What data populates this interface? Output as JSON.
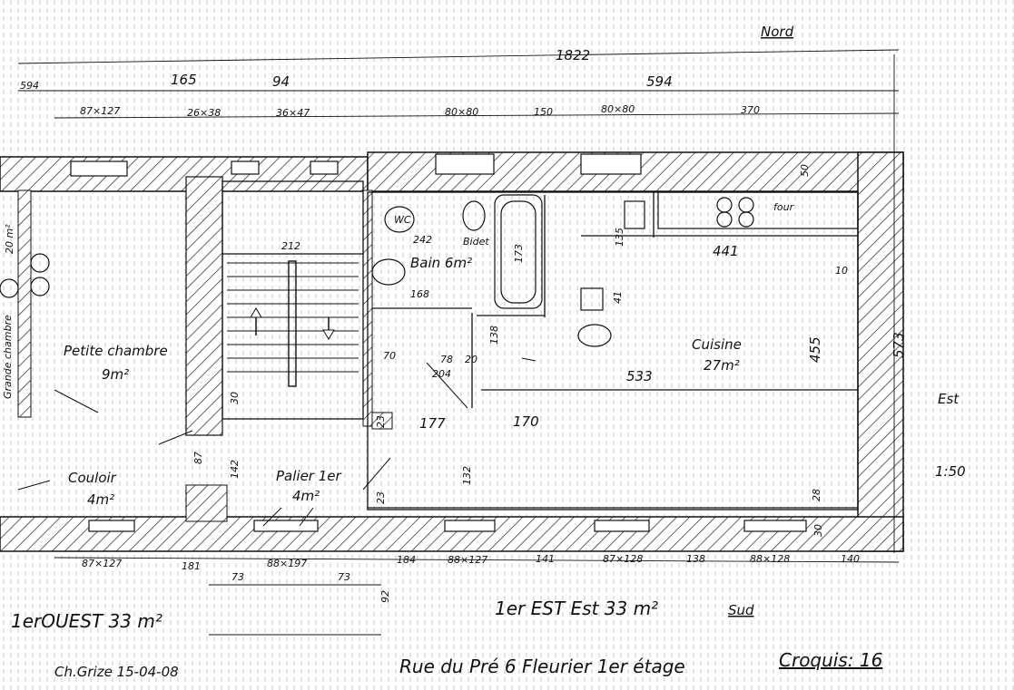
{
  "north_label": "Nord",
  "east_label": "Est",
  "south_label": "Sud",
  "scale": "1:50",
  "top_dims": {
    "overall": "1822",
    "d594_left": "594",
    "d165": "165",
    "d94": "94",
    "d594_right": "594",
    "w87x127": "87×127",
    "w26x38": "26×38",
    "w36x47": "36×47",
    "w80x80_a": "80×80",
    "d150": "150",
    "w80x80_b": "80×80",
    "d370": "370"
  },
  "right_dims": {
    "d573": "573",
    "d455": "455",
    "d10": "10",
    "d30": "30",
    "d28": "28",
    "d50": "50"
  },
  "rooms": {
    "grande_chambre": "Grande chambre",
    "grande_area": "20 m²",
    "petite_chambre": "Petite chambre",
    "petite_area": "9m²",
    "couloir": "Couloir",
    "couloir_area": "4m²",
    "palier": "Palier 1er",
    "palier_area": "4m²",
    "bain": "Bain 6m²",
    "cuisine": "Cuisine",
    "cuisine_area": "27m²",
    "wc": "WC",
    "bidet": "Bidet",
    "four": "four"
  },
  "inner_dims": {
    "d212": "212",
    "d242": "242",
    "d173": "173",
    "d135": "135",
    "d441": "441",
    "d168": "168",
    "d41": "41",
    "d138": "138",
    "d70": "70",
    "d78": "78",
    "d204": "204",
    "d20": "20",
    "d533": "533",
    "d177": "177",
    "d170": "170",
    "d23a": "23",
    "d23b": "23",
    "d132": "132",
    "d87": "87",
    "d142": "142",
    "d30s": "30"
  },
  "bottom_dims": {
    "w87x127": "87×127",
    "d181": "181",
    "w88x197": "88×197",
    "d184": "184",
    "w88x127": "88×127",
    "d141": "141",
    "w87x128": "87×128",
    "d138": "138",
    "w88x128": "88×128",
    "d140": "140",
    "d73a": "73",
    "d73b": "73",
    "d92": "92"
  },
  "footer": {
    "ouest": "1erOUEST 33 m²",
    "est": "1er EST  Est 33 m²",
    "sud": "Sud",
    "author_date": "Ch.Grize 15-04-08",
    "address": "Rue du Pré 6   Fleurier    1er étage",
    "croquis": "Croquis: 16"
  }
}
